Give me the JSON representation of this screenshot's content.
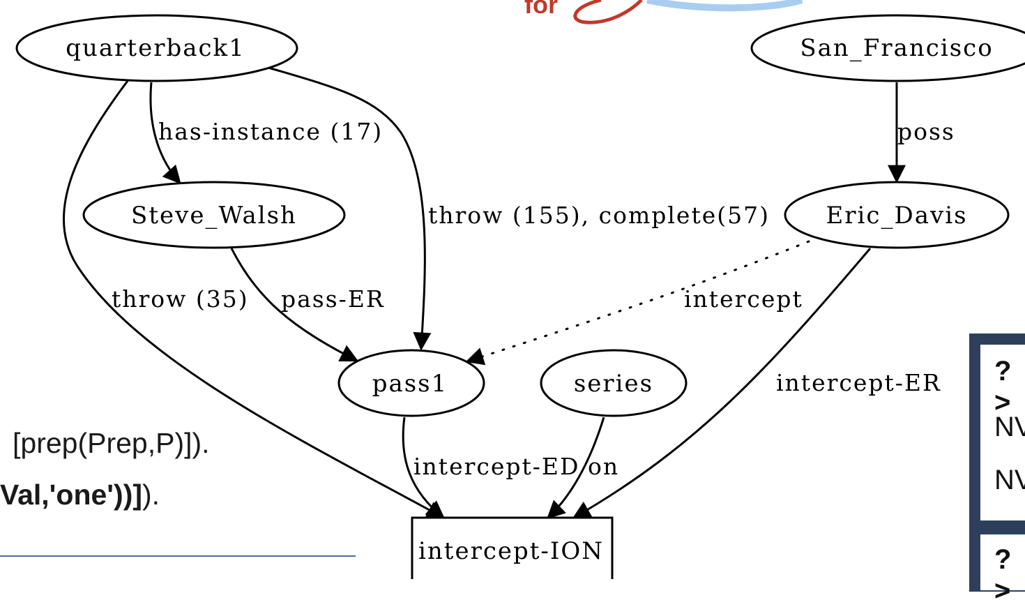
{
  "slide": {
    "for_label": "for",
    "code_line1": "[prep(Prep,P)]).",
    "code_line2_bold": "Val,'one'))]",
    "code_line2_tail": ").",
    "panel_lines": [
      "?>",
      "NV",
      "NV",
      "?>"
    ]
  },
  "graph": {
    "nodes": {
      "quarterback1": "quarterback1",
      "san_francisco": "San_Francisco",
      "steve_walsh": "Steve_Walsh",
      "eric_davis": "Eric_Davis",
      "pass1": "pass1",
      "series": "series",
      "intercept_ion": "intercept-ION"
    },
    "edges": {
      "has_instance": "has-instance (17)",
      "throw_complete": "throw (155), complete(57)",
      "poss": "poss",
      "throw35": "throw (35)",
      "pass_er": "pass-ER",
      "intercept": "intercept",
      "intercept_er": "intercept-ER",
      "intercept_ed": "intercept-ED",
      "on": "on"
    }
  },
  "colors": {
    "accent_red": "#c0392b",
    "panel_dark": "#2e3f5c",
    "rule_blue": "#4a6aa0"
  }
}
